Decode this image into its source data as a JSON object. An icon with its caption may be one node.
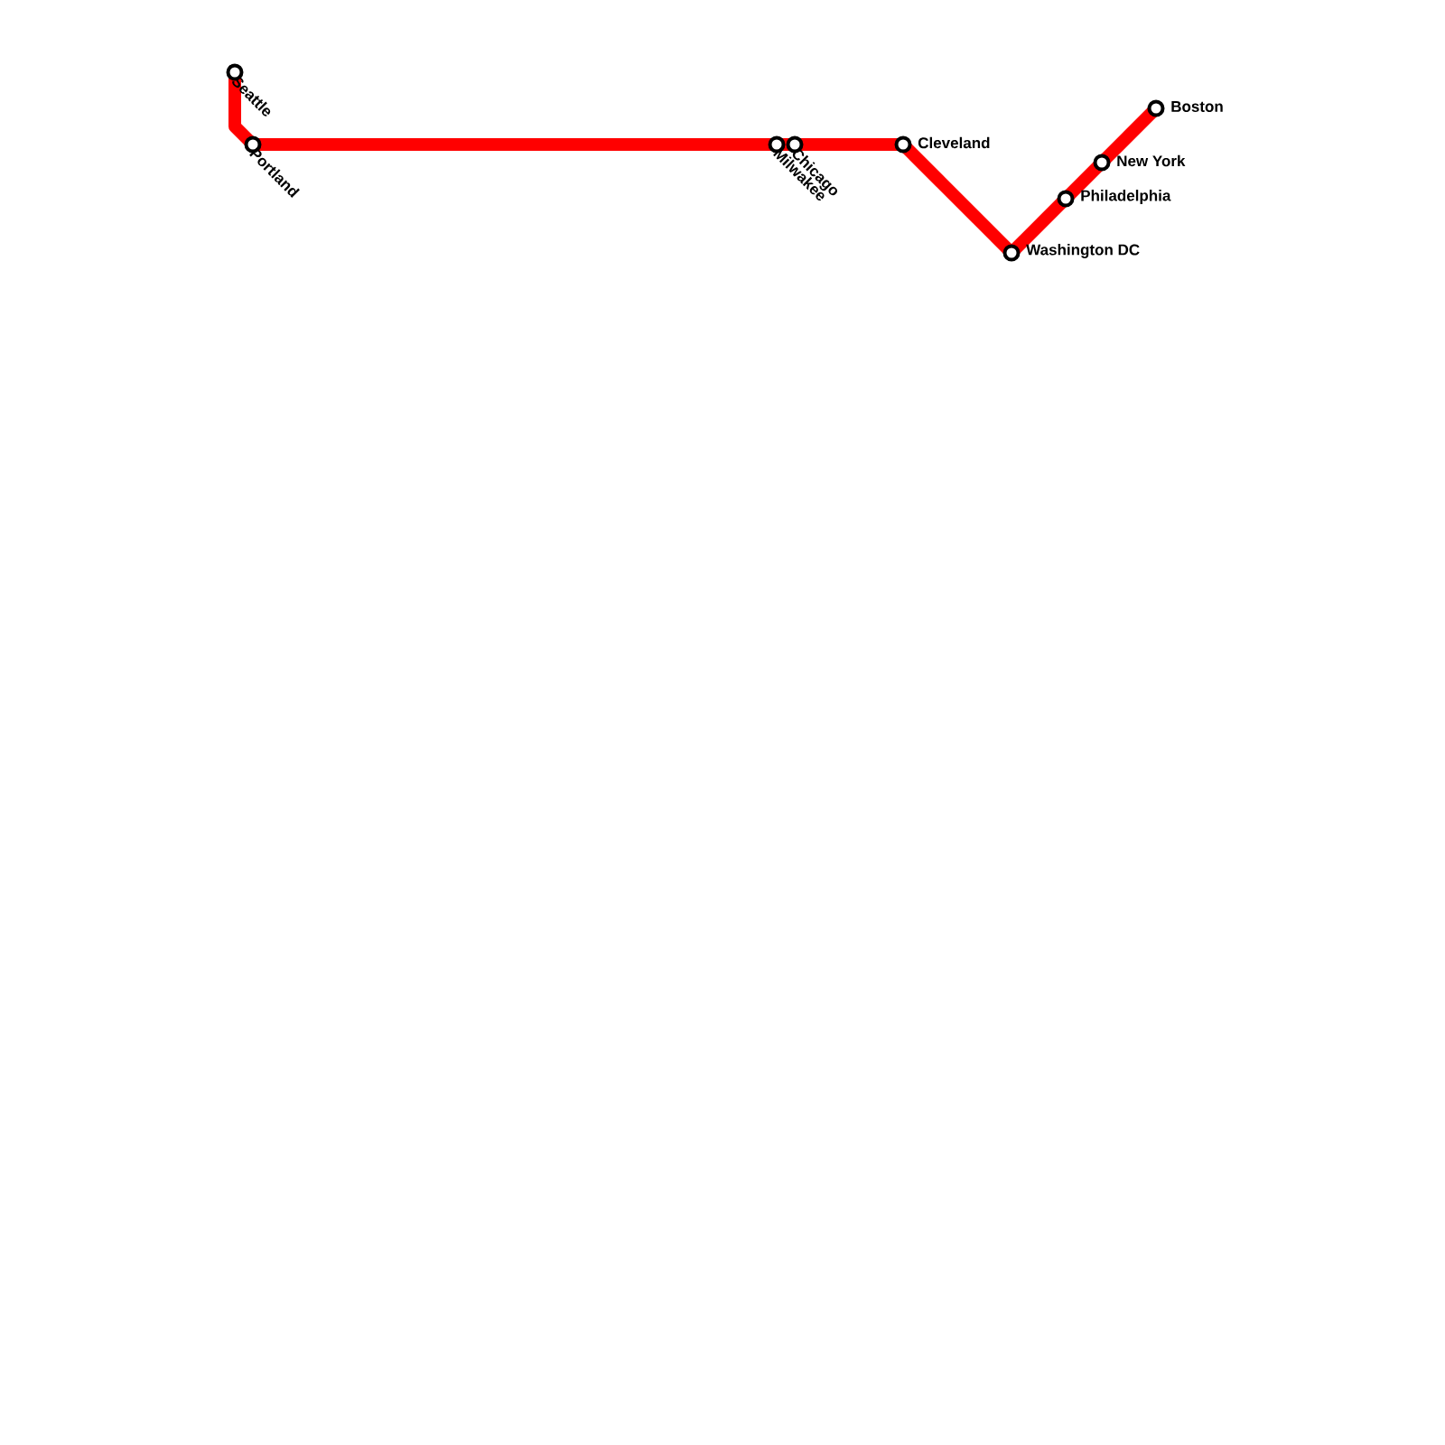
{
  "diagram": {
    "nodes": [
      {
        "text": [
          "Seattle"
        ]
      },
      {
        "text": [
          "Portland"
        ]
      },
      {
        "text": [
          "Milwakee"
        ]
      },
      {
        "text": [
          "Chicago"
        ]
      },
      {
        "text": [
          "Cleveland"
        ]
      },
      {
        "text": [
          "Washington DC"
        ]
      },
      {
        "text": [
          "Philadelphia"
        ]
      },
      {
        "text": [
          "New York"
        ]
      },
      {
        "text": [
          "Boston"
        ]
      }
    ],
    "edges": [
      {
        "from": 0,
        "to": 1,
        "arrow": "none"
      },
      {
        "from": 1,
        "to": 2,
        "arrow": "none"
      },
      {
        "from": 2,
        "to": 3,
        "arrow": "none"
      },
      {
        "from": 3,
        "to": 4,
        "arrow": "none"
      },
      {
        "from": 4,
        "to": 5,
        "arrow": "none"
      },
      {
        "from": 5,
        "to": 6,
        "arrow": "none"
      },
      {
        "from": 6,
        "to": 7,
        "arrow": "none"
      },
      {
        "from": 7,
        "to": 8,
        "arrow": "none"
      }
    ]
  }
}
